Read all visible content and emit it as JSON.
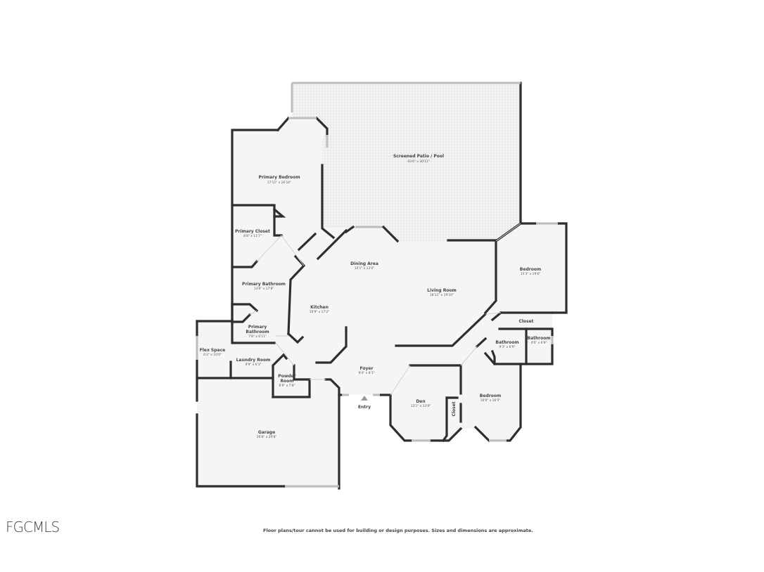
{
  "rooms": {
    "patio": {
      "name": "Screened Patio / Pool",
      "dims": "43'6\" x 30'11\""
    },
    "primary_bedroom": {
      "name": "Primary Bedroom",
      "dims": "17'11\" x 26'10\""
    },
    "primary_closet": {
      "name": "Primary Closet",
      "dims": "8'8\" x 11'7\""
    },
    "primary_bathroom": {
      "name": "Primary Bathroom",
      "dims": "13'6\" x 17'8\""
    },
    "primary_bathroom_2": {
      "name_1": "Primary",
      "name_2": "Bathroom",
      "dims": "7'8\" x 6'11\""
    },
    "flex_space": {
      "name": "Flex Space",
      "dims": "6'2\" x 10'6\""
    },
    "laundry": {
      "name": "Laundry Room",
      "dims": "9'9\" x 6'3\""
    },
    "powder": {
      "name_1": "Powder",
      "name_2": "Room",
      "dims": "6'9\" x 7'8\""
    },
    "garage": {
      "name": "Garage",
      "dims": "26'8\" x 20'8\""
    },
    "kitchen": {
      "name": "Kitchen",
      "dims": "10'9\" x 17'2\""
    },
    "dining": {
      "name": "Dining Area",
      "dims": "10'1\" x 13'0\""
    },
    "living": {
      "name": "Living Room",
      "dims": "18'11\" x 19'10\""
    },
    "foyer": {
      "name": "Foyer",
      "dims": "9'4\" x 8'1\""
    },
    "den": {
      "name": "Den",
      "dims": "13'1\" x 13'9\""
    },
    "bedroom_front": {
      "name": "Bedroom",
      "dims": "10'9\" x 16'5\""
    },
    "bedroom_right": {
      "name": "Bedroom",
      "dims": "15'3\" x 19'6\""
    },
    "bathroom_a": {
      "name": "Bathroom",
      "dims": "9'3\" x 6'9\""
    },
    "bathroom_b": {
      "name": "Bathroom",
      "dims": "4'6\" x 6'9\""
    },
    "closet_top": {
      "name": "Closet"
    },
    "closet_front": {
      "name": "Closet"
    }
  },
  "entry_label": "Entry",
  "logo_text": "FGCMLS",
  "disclaimer": "Floor plans/tour cannot be used for building or design purposes. Sizes and dimensions are approximate.",
  "colors": {
    "wall": "#2e2e2e",
    "floor": "#f4f4f4",
    "patio": "#ececec",
    "window": "#bdbdbd"
  }
}
